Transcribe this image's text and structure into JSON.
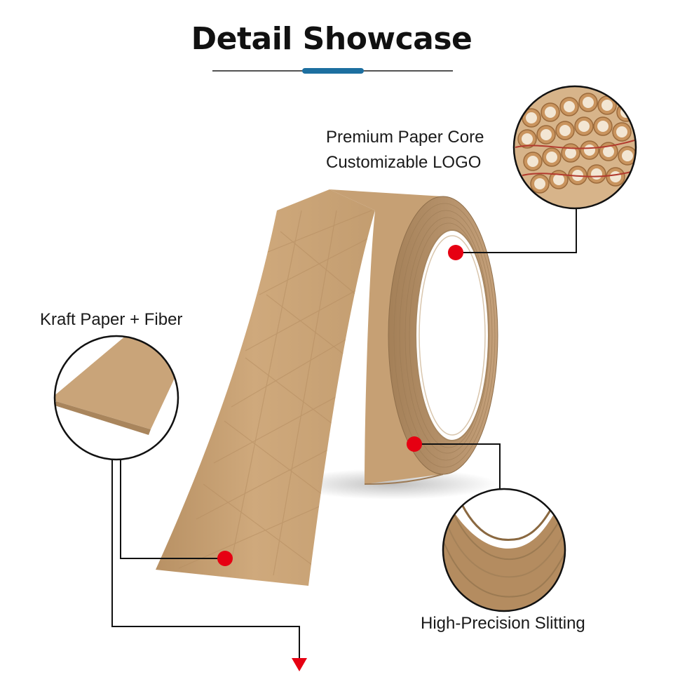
{
  "header": {
    "title": "Detail Showcase"
  },
  "callouts": {
    "core": {
      "line1": "Premium Paper Core",
      "line2": "Customizable LOGO"
    },
    "kraft": {
      "label": "Kraft Paper + Fiber"
    },
    "slitting": {
      "label": "High-Precision Slitting"
    }
  },
  "colors": {
    "accent": "#1d6fa0",
    "marker": "#e60012",
    "kraft": "#c9a277",
    "kraft_shadow": "#a9855c"
  }
}
